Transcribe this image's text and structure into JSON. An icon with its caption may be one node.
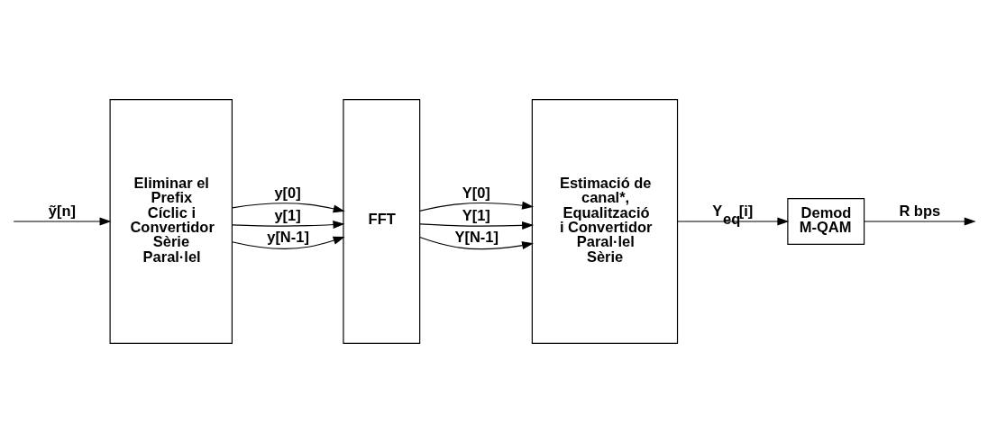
{
  "diagram": {
    "nodes": [
      {
        "text": [
          "Eliminar el Prefix Cíclic i Convertidor Sèrie Paral·lel"
        ]
      },
      {
        "text": [
          "FFT"
        ]
      },
      {
        "text": [
          "Estimació de canal*, Equalització i Convertidor Paral·lel Sèrie"
        ]
      },
      {
        "text": [
          "Demod M-QAM"
        ]
      }
    ],
    "edges": [
      {
        "from": null,
        "to": 0,
        "arrow": "to",
        "label": "ỹ[n]"
      },
      {
        "from": 0,
        "to": 1,
        "arrow": "to",
        "label": "y[0]"
      },
      {
        "from": 0,
        "to": 1,
        "arrow": "to",
        "label": "y[1]"
      },
      {
        "from": 0,
        "to": 1,
        "arrow": "to",
        "label": "y[N-1]"
      },
      {
        "from": 1,
        "to": 2,
        "arrow": "to",
        "label": "Y[0]"
      },
      {
        "from": 1,
        "to": 2,
        "arrow": "to",
        "label": "Y[1]"
      },
      {
        "from": 1,
        "to": 2,
        "arrow": "to",
        "label": "Y[N-1]"
      },
      {
        "from": 2,
        "to": 3,
        "arrow": "to",
        "label": "Y$_{eq}$[i]"
      },
      {
        "from": 3,
        "to": null,
        "arrow": "to",
        "label": "R bps"
      }
    ]
  }
}
